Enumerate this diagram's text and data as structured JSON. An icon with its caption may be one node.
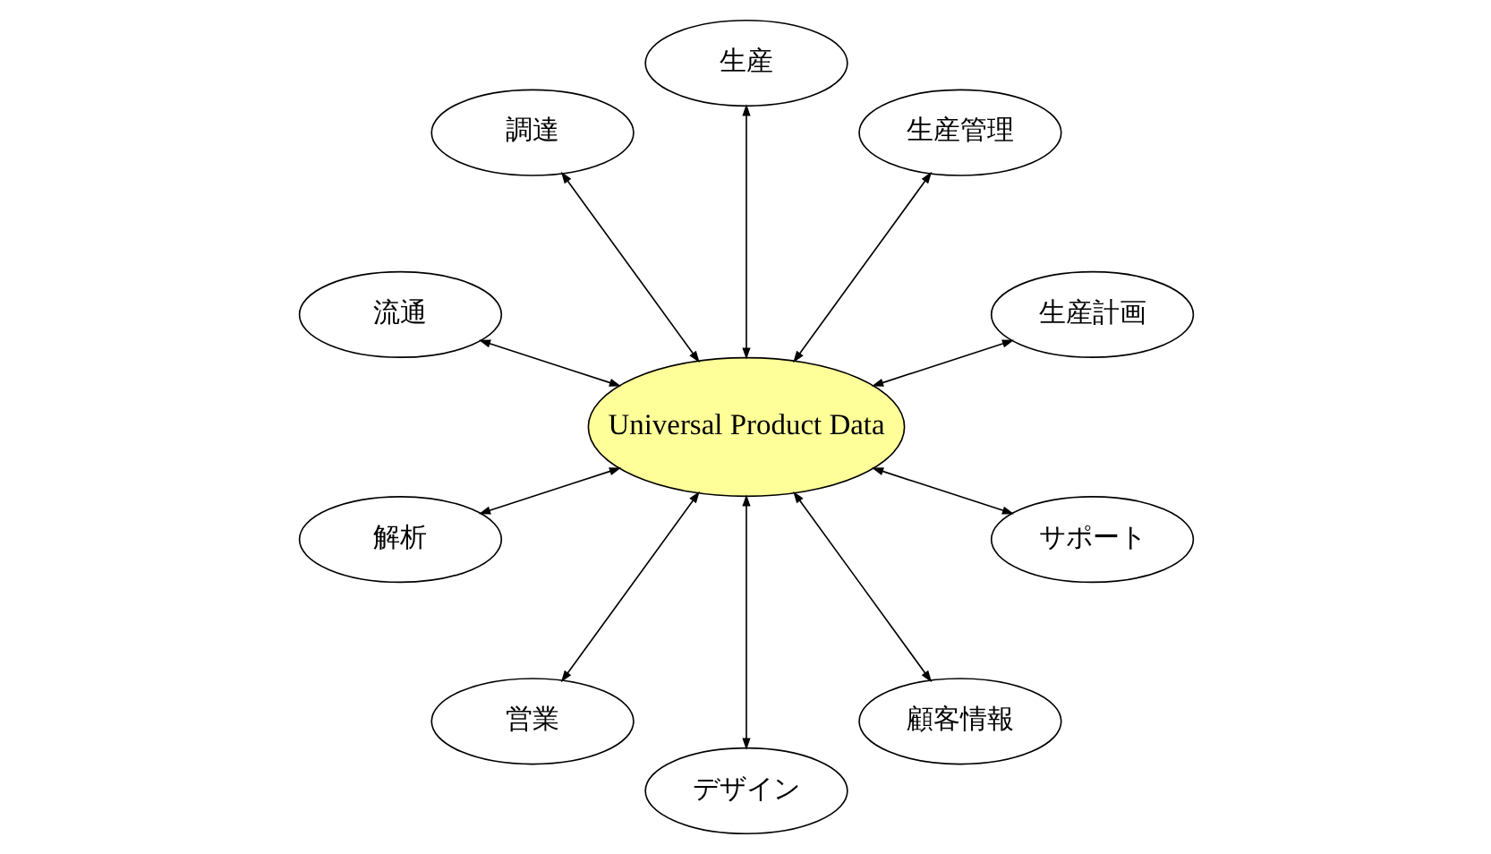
{
  "diagram": {
    "nodes": [
      {
        "text": [
          "Universal Product Data"
        ]
      },
      {
        "text": [
          "生産計画"
        ]
      },
      {
        "text": [
          "生産管理"
        ]
      },
      {
        "text": [
          "生産"
        ]
      },
      {
        "text": [
          "調達"
        ]
      },
      {
        "text": [
          "流通"
        ]
      },
      {
        "text": [
          "解析"
        ]
      },
      {
        "text": [
          "営業"
        ]
      },
      {
        "text": [
          "デザイン"
        ]
      },
      {
        "text": [
          "顧客情報"
        ]
      },
      {
        "text": [
          "サポート"
        ]
      }
    ],
    "edges": [
      {
        "from": 0,
        "to": 1,
        "arrow": "both"
      },
      {
        "from": 0,
        "to": 3,
        "arrow": "both"
      },
      {
        "from": 0,
        "to": 5,
        "arrow": "both"
      },
      {
        "from": 0,
        "to": 7,
        "arrow": "both"
      },
      {
        "from": 0,
        "to": 10,
        "arrow": "both"
      },
      {
        "from": 0,
        "to": 9,
        "arrow": "both"
      },
      {
        "from": 0,
        "to": 8,
        "arrow": "both"
      },
      {
        "from": 0,
        "to": 6,
        "arrow": "both"
      },
      {
        "from": 0,
        "to": 4,
        "arrow": "both"
      },
      {
        "from": 0,
        "to": 2,
        "arrow": "both"
      }
    ]
  }
}
